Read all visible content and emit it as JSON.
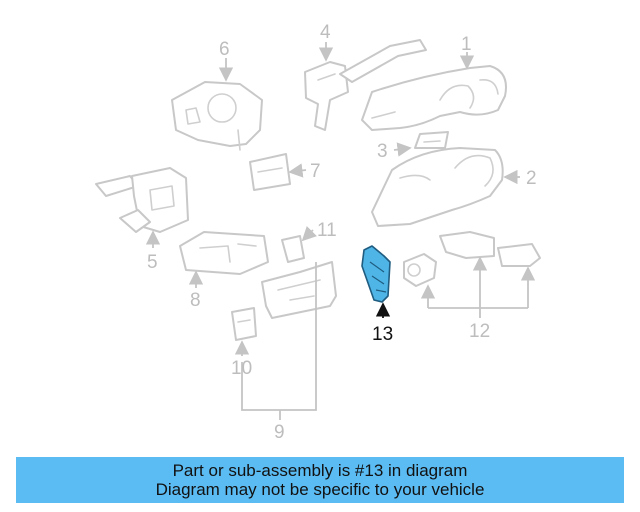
{
  "callouts": [
    "1",
    "2",
    "3",
    "4",
    "5",
    "6",
    "7",
    "8",
    "9",
    "10",
    "11",
    "12",
    "13"
  ],
  "highlighted_callout": "13",
  "colors": {
    "highlight": "#4fb5e6",
    "banner": "#5bbcf3",
    "outline": "#c8c8c8"
  },
  "banner": {
    "line1": "Part or sub-assembly is #13 in diagram",
    "line2": "Diagram may not be specific to your vehicle"
  }
}
